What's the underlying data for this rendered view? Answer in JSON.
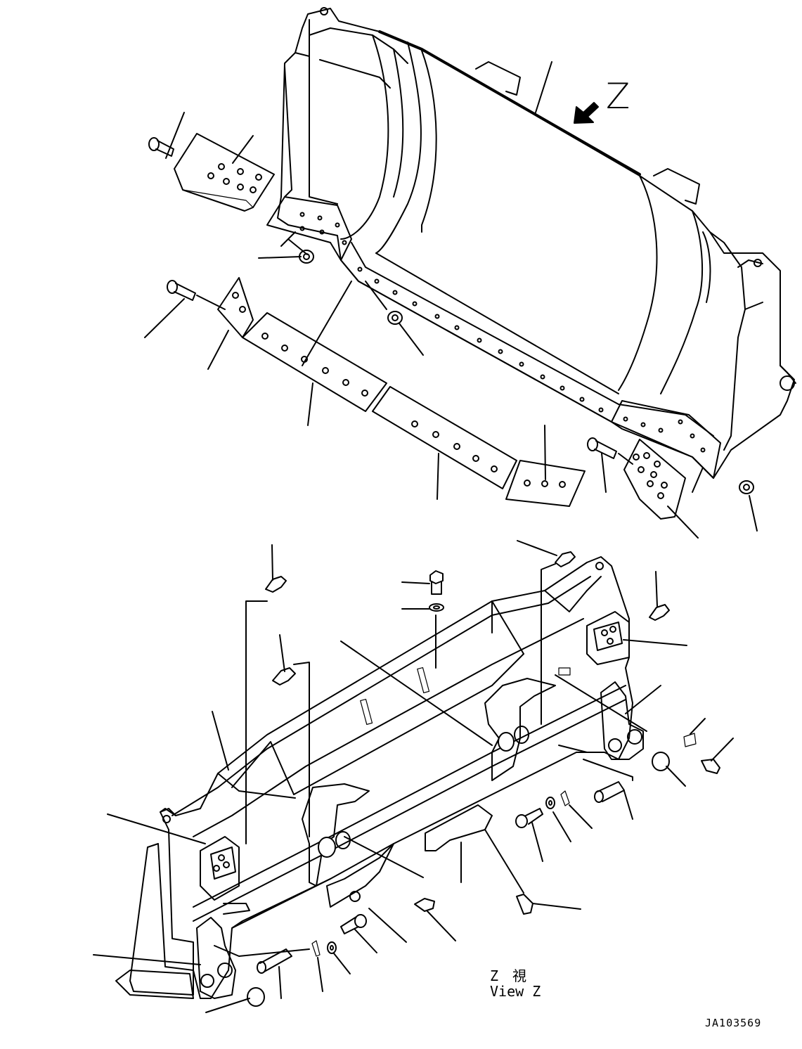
{
  "labels": {
    "view_letter": "Z",
    "view_caption_jp": "Z　視",
    "view_caption_en": "View Z",
    "drawing_number": "JA103569"
  }
}
